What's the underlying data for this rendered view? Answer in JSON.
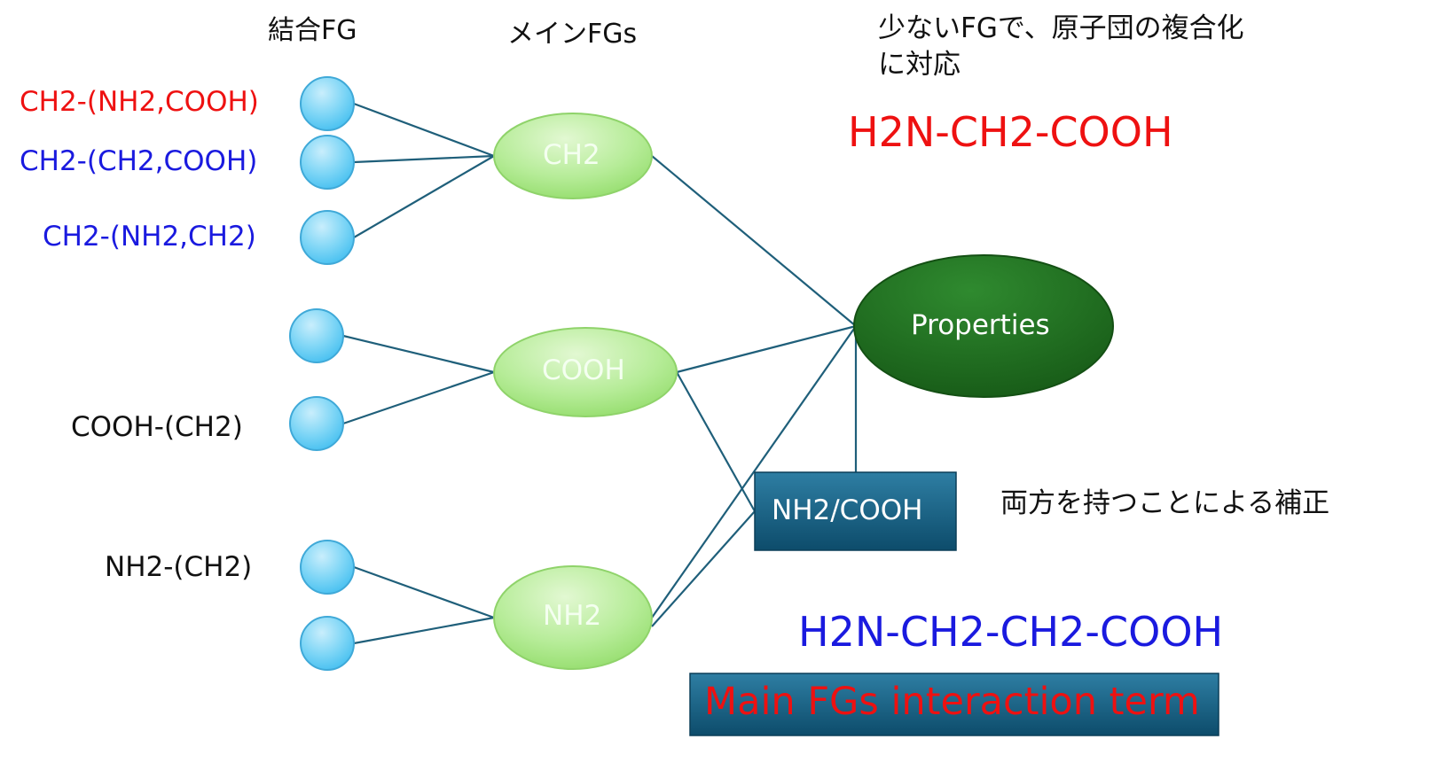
{
  "headers": {
    "bond_fg": "結合FG",
    "main_fgs": "メインFGs",
    "note_line1": "少ないFGで、原子団の複合化",
    "note_line2": "に対応"
  },
  "bond_fg_labels": {
    "ch2_nh2_cooh": "CH2-(NH2,COOH)",
    "ch2_ch2_cooh": "CH2-(CH2,COOH)",
    "ch2_nh2_ch2": "CH2-(NH2,CH2)",
    "cooh_ch2": "COOH-(CH2)",
    "nh2_ch2": "NH2-(CH2)"
  },
  "main_fgs": {
    "ch2": "CH2",
    "cooh": "COOH",
    "nh2": "NH2"
  },
  "properties": "Properties",
  "interaction_box": "NH2/COOH",
  "correction_note": "両方を持つことによる補正",
  "formulas": {
    "glycine": "H2N-CH2-COOH",
    "beta_alanine": "H2N-CH2-CH2-COOH"
  },
  "interaction_term": "Main FGs interaction term",
  "colors": {
    "red": "#ee1111",
    "blue": "#1a1adf",
    "edge": "#1f5f7a",
    "circle_fill": "#6fd0f5",
    "ellipse_fill": "#b6ec98",
    "properties_fill": "#1e6b1e",
    "box_fill": "#135a7c"
  }
}
